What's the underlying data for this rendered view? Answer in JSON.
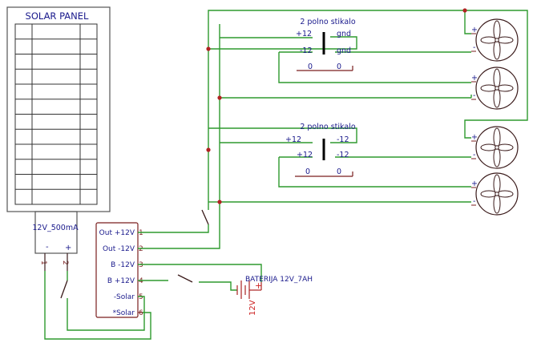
{
  "solar_panel": {
    "title": "SOLAR PANEL"
  },
  "regulator_box": {
    "label": "12V_500mA",
    "pin_minus": "-",
    "pin_plus": "+",
    "pin1": "1",
    "pin2": "2"
  },
  "controller": {
    "pins": [
      {
        "label": "Out +12V",
        "num": "1"
      },
      {
        "label": "Out -12V",
        "num": "2"
      },
      {
        "label": "B -12V",
        "num": "3"
      },
      {
        "label": "B +12V",
        "num": "4"
      },
      {
        "label": "-Solar",
        "num": "5"
      },
      {
        "label": "*Solar",
        "num": "6"
      }
    ]
  },
  "battery": {
    "label": "BATERIJA 12V_7AH",
    "voltage": "12V",
    "plus": "+"
  },
  "switch_top": {
    "title": "2 polno stikalo",
    "left_top": "+12",
    "right_top": "gnd",
    "left_mid": "-12",
    "right_mid": "gnd",
    "left_bot": "0",
    "right_bot": "0"
  },
  "switch_bottom": {
    "title": "2 polno stikalo",
    "left_top": "+12",
    "right_top": "-12",
    "left_mid": "+12",
    "right_mid": "-12",
    "left_bot": "0",
    "right_bot": "0"
  },
  "fans": {
    "plus": "+",
    "minus": "-"
  }
}
